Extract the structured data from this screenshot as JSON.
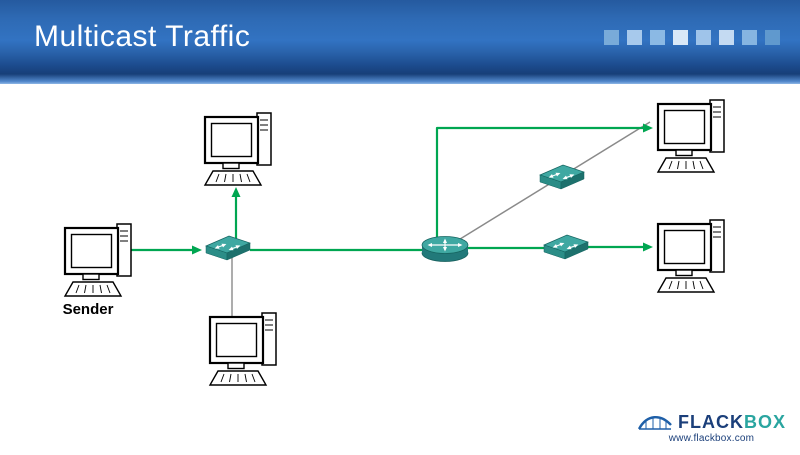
{
  "header": {
    "title": "Multicast Traffic"
  },
  "diagram": {
    "sender_label": "Sender",
    "colors": {
      "multicast_path_green": "#00A651",
      "inactive_link_gray": "#8A8A8A",
      "device_teal": "#3FA8A2"
    },
    "icons": {
      "computer": "desktop-computer-icon",
      "switch": "ethernet-switch-icon",
      "router": "router-icon"
    }
  },
  "footer": {
    "brand_flack": "FLACK",
    "brand_box": "BOX",
    "website": "www.flackbox.com"
  }
}
